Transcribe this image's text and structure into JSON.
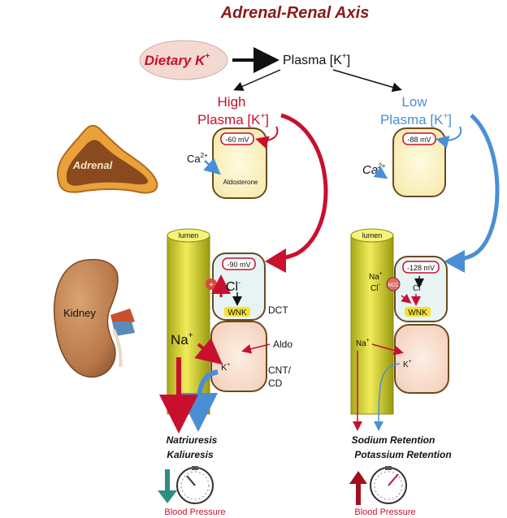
{
  "title": "Adrenal-Renal Axis",
  "dietary": {
    "label": "Dietary K",
    "sup": "+"
  },
  "plasma": {
    "label": "Plasma [K",
    "sup": "+",
    "close": "]"
  },
  "high": {
    "line1": "High",
    "line2": "Plasma [K",
    "sup": "+",
    "close": "]"
  },
  "low": {
    "line1": "Low",
    "line2": "Plasma [K",
    "sup": "+",
    "close": "]"
  },
  "adrenal_label": "Adrenal",
  "kidney_label": "Kidney",
  "left_cell": {
    "mv": "-60 mV",
    "ca": "Ca",
    "ca_sup": "2+",
    "aldosterone": "Aldosterone"
  },
  "right_cell": {
    "mv": "-88 mV",
    "ca": "Ca",
    "ca_sup": "2+"
  },
  "left_tubule": {
    "lumen": "lumen",
    "mv": "-90 mV",
    "cl": "Cl",
    "cl_sup": "-",
    "wnk": "WNK",
    "dct": "DCT",
    "na": "Na",
    "na_sup": "+",
    "aldo": "Aldo",
    "k": "K",
    "k_sup": "+",
    "cnt": "CNT/",
    "cd": "CD",
    "plus": "+"
  },
  "right_tubule": {
    "lumen": "lumen",
    "mv": "-128 mV",
    "na": "Na",
    "na_sup": "+",
    "cl": "Cl",
    "cl_sup": "-",
    "ncc": "NCC",
    "wnk": "WNK",
    "na2": "Na",
    "na2_sup": "+",
    "k": "K",
    "k_sup": "+"
  },
  "left_outcome": {
    "line1": "Natriuresis",
    "line2": "Kaliuresis",
    "bp": "Blood Pressure"
  },
  "right_outcome": {
    "line1": "Sodium Retention",
    "line2": "Potassium Retention",
    "bp": "Blood Pressure"
  },
  "colors": {
    "red": "#c8102e",
    "blue": "#4a8fd6",
    "teal": "#2f8f7f",
    "title": "#8a1a1a"
  }
}
